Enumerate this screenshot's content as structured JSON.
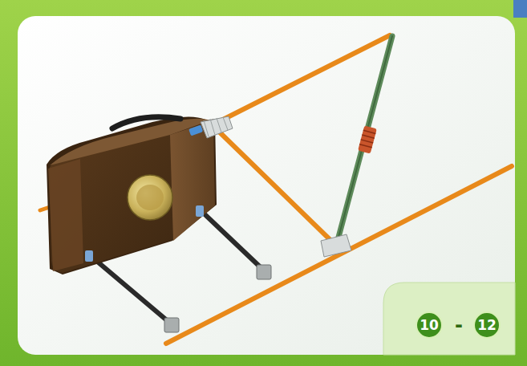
{
  "diagram": {
    "nodes": [
      {
        "text": [
          "-"
        ]
      },
      {
        "text": [
          "10"
        ],
        "in": 0
      },
      {
        "text": [
          "12"
        ],
        "in": 0
      }
    ]
  }
}
